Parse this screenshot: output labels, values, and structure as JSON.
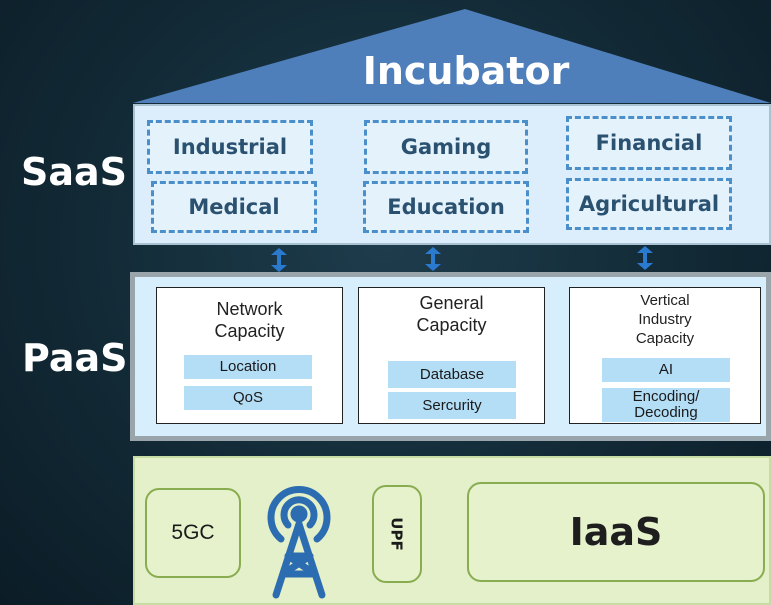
{
  "incubator": {
    "title": "Incubator"
  },
  "saas": {
    "label": "SaaS",
    "tiles": [
      "Industrial",
      "Gaming",
      "Financial",
      "Medical",
      "Education",
      "Agricultural"
    ]
  },
  "paas": {
    "label": "PaaS",
    "network": {
      "title": "Network\nCapacity",
      "items": [
        "Location",
        "QoS"
      ]
    },
    "general": {
      "title": "General\nCapacity",
      "items": [
        "Database",
        "Sercurity"
      ]
    },
    "vertical": {
      "title": "Vertical\nIndustry\nCapacity",
      "items": [
        "AI",
        "Encoding/\nDecoding"
      ]
    }
  },
  "iaas": {
    "label": "IaaS",
    "core": "5GC",
    "upf": "UPF",
    "tower_icon": "radio-tower-icon"
  },
  "colors": {
    "roof": "#4f7fbb",
    "saas_panel": "#dceefb",
    "tile_border": "#4a8fca",
    "paas_panel": "#d7eefc",
    "feature_fill": "#b4ddf6",
    "iaas_panel": "#e3f0c9",
    "iaas_border": "#8aac50",
    "tower": "#2c6cb0"
  }
}
